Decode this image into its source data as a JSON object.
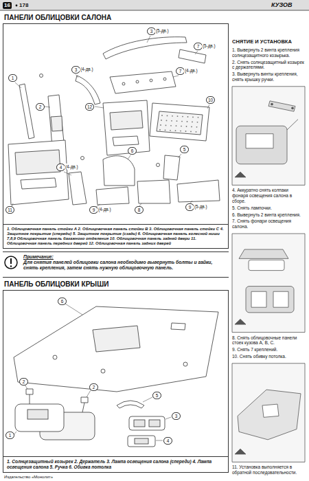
{
  "diagram": {
    "nodes": [
      {
        "text": [
          "1. Облицовочная панель стойки А 2. Облицовочная панель стойки В 3. Облицовочная панель стойки С 4. Защитное покрытие (спереди) 5. Защитное покрытие (сзади) 6. Облицовочная панель колесной ниши 7,8,9 Облицовочная панель багажного отделения 10. Облицовочная панель задней двери 11. Облицовочная панель передних дверей 12. Облицовочная панель задних дверей"
        ]
      },
      {
        "text": [
          "Примечание:",
          "Для снятия панелей облицовки салона необходимо вывернуть болты и гайки, снять крепления, затем снять нужную облицовочную панель."
        ]
      },
      {
        "text": [
          "1. Солнцезащитный козырек 2. Держатель 3. Лампа освещения салона (спереди) 4. Лампа освещения салона 5. Ручка 6. Обивка потолка"
        ]
      }
    ],
    "labels": [
      "16",
      "178",
      "КУЗОВ",
      "ПАНЕЛИ ОБЛИЦОВКИ САЛОНА",
      "3",
      "(5-дв.)",
      "3",
      "(4-дв.)",
      "7",
      "(4-дв.)",
      "7",
      "(5-дв.)",
      "1",
      "2",
      "10",
      "4",
      "(4-дв.)",
      "5",
      "6",
      "11",
      "12",
      "8",
      "9",
      "(4-дв.)",
      "9",
      "(5-дв.)",
      "ПАНЕЛЬ ОБЛИЦОВКИ КРЫШИ",
      "6",
      "2",
      "1",
      "2",
      "5",
      "3",
      "4",
      "СНЯТИЕ И УСТАНОВКА",
      "1. Вывернуть 2 винта крепления солнцезащитного козырька.",
      "2. Снять солнцезащитный козырек с держателями.",
      "3. Вывернуть винты крепления, снять крышку ручки.",
      "4. Аккуратно снять колпаки фонаря освещения салона в сборе.",
      "5. Снять лампочки.",
      "6. Вывернуть 2 винта крепления.",
      "7. Снять фонари освещения салона.",
      "8. Снять облицовочные панели стоек кузова A, B, C.",
      "9. Снять 7 креплений.",
      "10. Снять обивку потолка.",
      "11. Установка выполняется в обратной последовательности.",
      "Издательство «Монолит»"
    ]
  }
}
